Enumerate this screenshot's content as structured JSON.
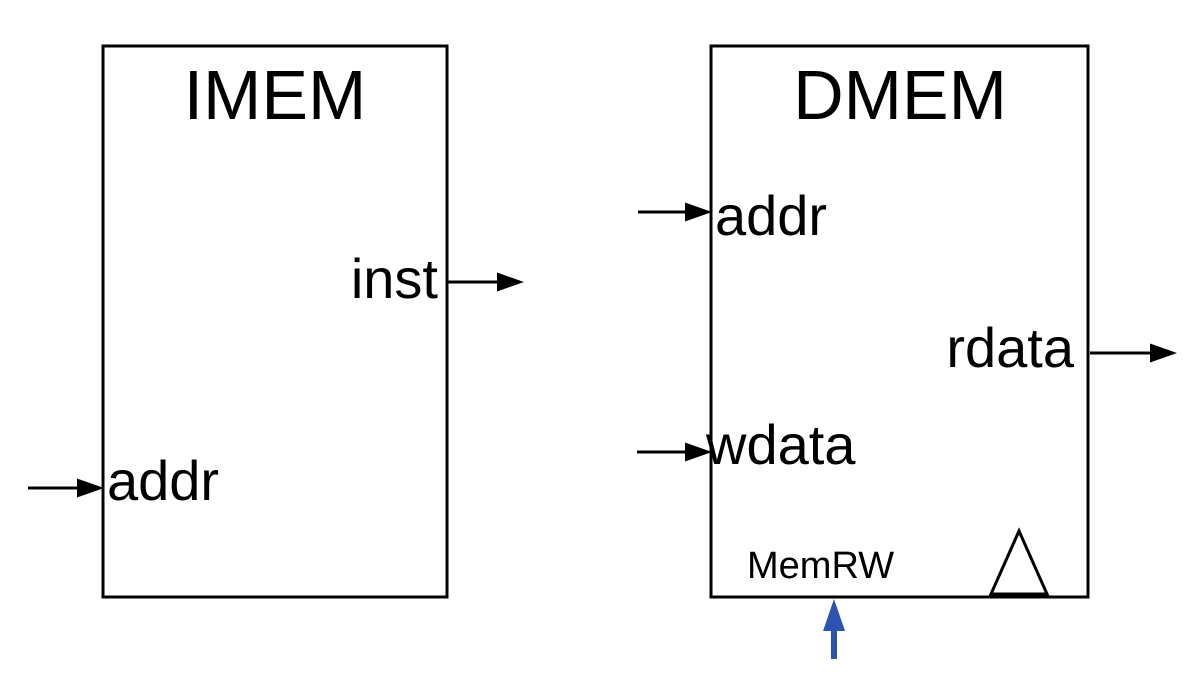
{
  "diagram": {
    "background_color": "#ffffff",
    "wire_color": "#000000",
    "control_signal_color": "#2d53b0",
    "imem": {
      "title": "IMEM",
      "ports": {
        "addr": "addr",
        "inst": "inst"
      }
    },
    "dmem": {
      "title": "DMEM",
      "ports": {
        "addr": "addr",
        "wdata": "wdata",
        "rdata": "rdata",
        "memrw": "MemRW"
      }
    }
  }
}
